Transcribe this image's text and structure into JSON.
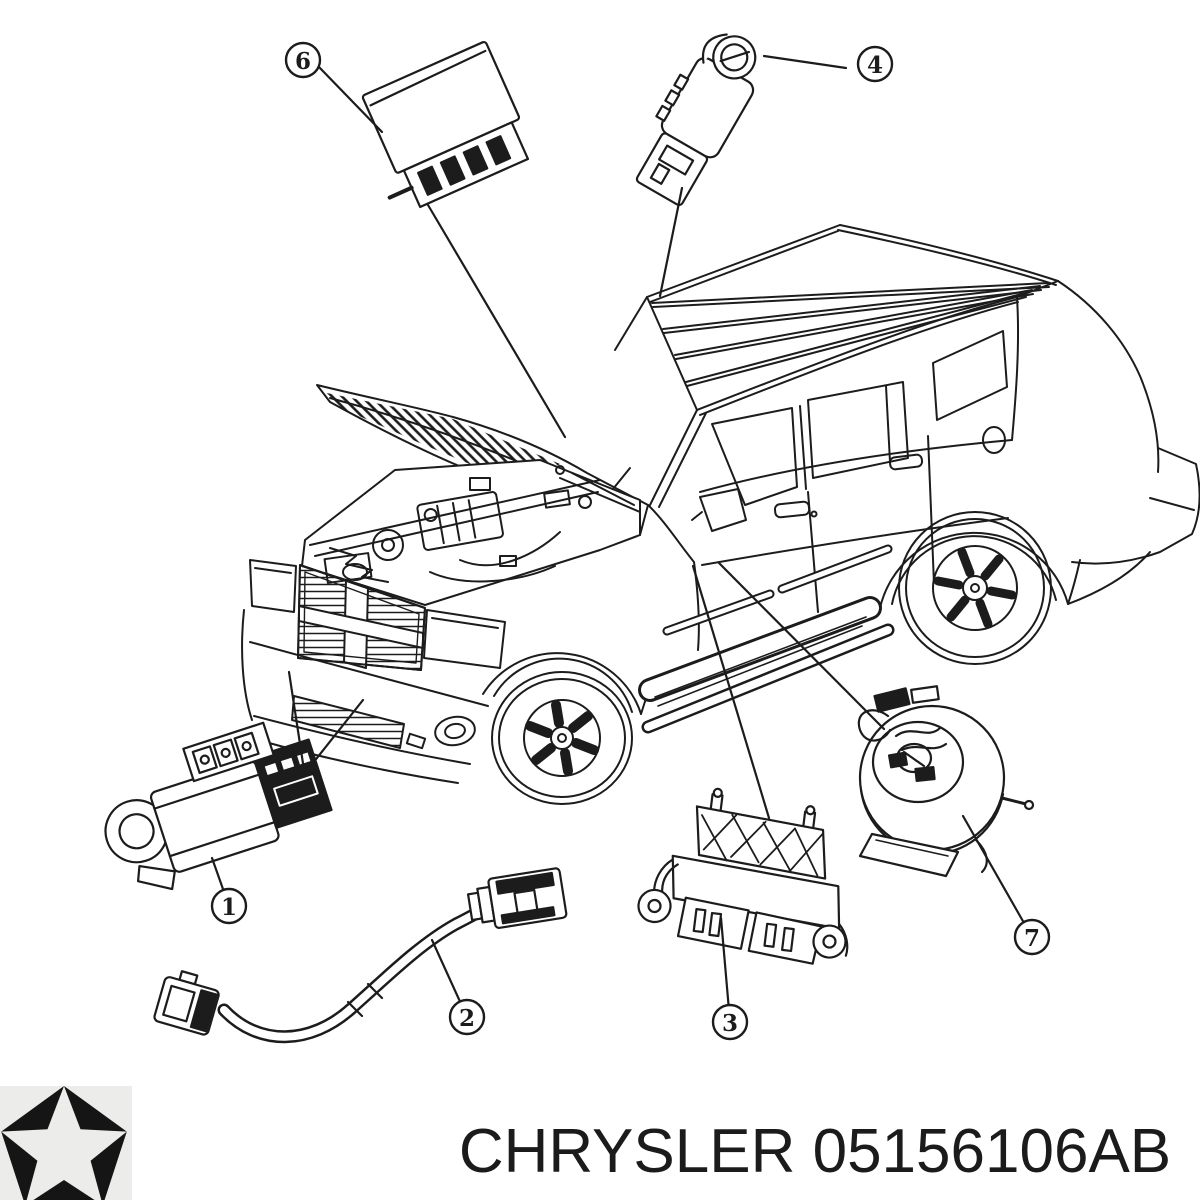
{
  "diagram": {
    "type": "parts-diagram",
    "callouts": [
      {
        "label": "6"
      },
      {
        "label": "4"
      },
      {
        "label": "1"
      },
      {
        "label": "2"
      },
      {
        "label": "3"
      },
      {
        "label": "7"
      }
    ]
  },
  "footer": {
    "brand": "CHRYSLER",
    "part_number": "05156106AB",
    "label": "CHRYSLER 05156106AB"
  },
  "colors": {
    "ink": "#1c1c1c",
    "paper": "#ffffff",
    "logo_bg": "#ececea",
    "logo_ink": "#151515"
  }
}
